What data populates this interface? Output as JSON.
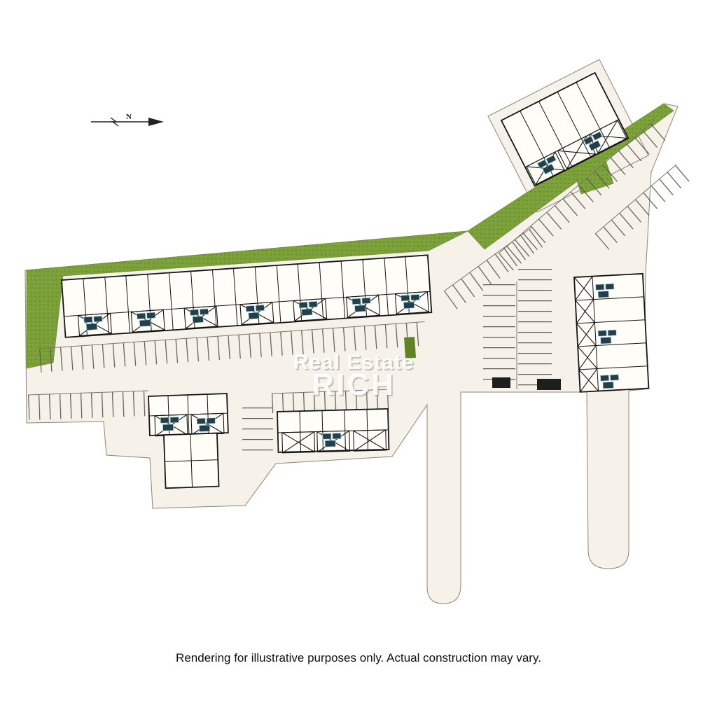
{
  "north_arrow": {
    "label": "N"
  },
  "watermark": {
    "line1": "Real Estate",
    "line2": "RICH"
  },
  "caption": {
    "text": "Rendering for illustrative purposes only. Actual construction may vary."
  },
  "colors": {
    "background": "#ffffff",
    "pavement": "#f6f2e9",
    "grass": "#7da23c",
    "grass_dark": "#5f8326",
    "outline": "#8d8576",
    "building_stroke": "#151515",
    "tick": "#5d5a50",
    "dumpster": "#1e1e1e",
    "watermark": "#ffffff"
  },
  "icons": {
    "north_arrow": "north-arrow-icon",
    "roof_x": "roof-x-marker",
    "ac_unit": "ac-unit-icon"
  }
}
